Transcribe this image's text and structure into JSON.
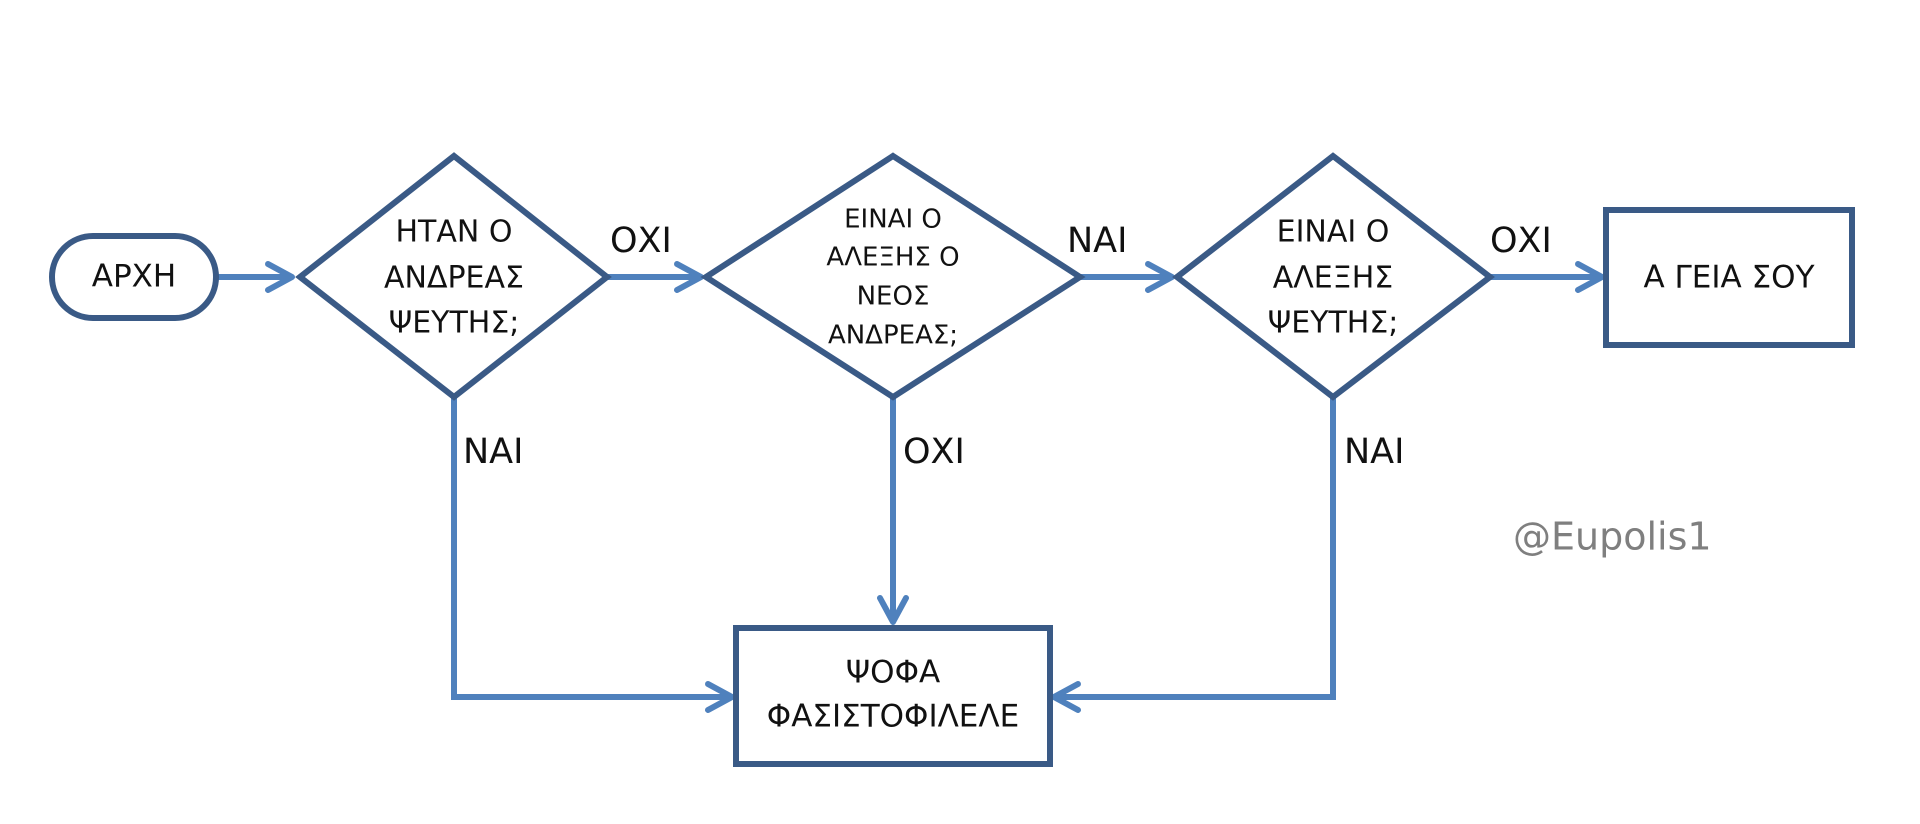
{
  "diagram": {
    "nodes": {
      "start": {
        "text": "ΑΡΧΗ"
      },
      "q1": {
        "lines": [
          "ΗΤΑΝ Ο",
          "ΑΝΔΡΕΑΣ",
          "ΨΕΥΤΗΣ;"
        ]
      },
      "q2": {
        "lines": [
          "ΕΙΝΑΙ Ο",
          "ΑΛΕΞΗΣ Ο",
          "ΝΕΟΣ",
          "ΑΝΔΡΕΑΣ;"
        ]
      },
      "q3": {
        "lines": [
          "ΕΙΝΑΙ Ο",
          "ΑΛΕΞΗΣ",
          "ΨΕΥΤΗΣ;"
        ]
      },
      "end_bye": {
        "text": "Α ΓΕΙΑ ΣΟΥ"
      },
      "end_die": {
        "lines": [
          "ΨΟΦΑ",
          "ΦΑΣΙΣΤΟΦΙΛΕΛΕ"
        ]
      }
    },
    "edge_labels": {
      "q1_right": "ΟΧΙ",
      "q1_down": "ΝΑΙ",
      "q2_right": "ΝΑΙ",
      "q2_down": "ΟΧΙ",
      "q3_right": "ΟΧΙ",
      "q3_down": "ΝΑΙ"
    },
    "watermark": "@Eupolis1"
  },
  "colors": {
    "shape_border": "#3a5a86",
    "connector": "#4f81bd",
    "text": "#111111",
    "watermark": "#7f7f7f",
    "background": "#ffffff"
  }
}
